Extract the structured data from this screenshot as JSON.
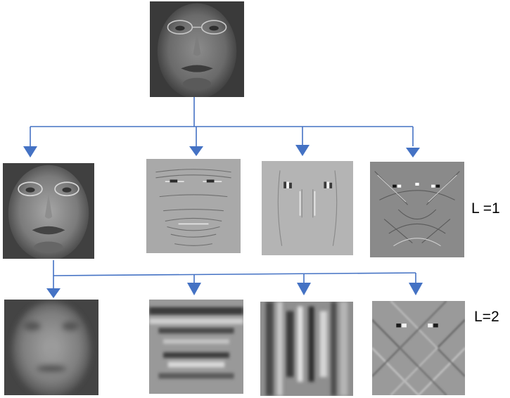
{
  "diagram": {
    "connector_color": "#4472c4",
    "levels": [
      {
        "label": "L =1"
      },
      {
        "label": "L=2"
      }
    ],
    "tiles": {
      "original": {
        "icon": "face-photo"
      },
      "level1": [
        {
          "icon": "face-approximation"
        },
        {
          "icon": "face-horizontal-detail"
        },
        {
          "icon": "face-vertical-detail"
        },
        {
          "icon": "face-diagonal-detail"
        }
      ],
      "level2": [
        {
          "icon": "face-approximation"
        },
        {
          "icon": "face-horizontal-detail"
        },
        {
          "icon": "face-vertical-detail"
        },
        {
          "icon": "face-diagonal-detail"
        }
      ]
    }
  }
}
